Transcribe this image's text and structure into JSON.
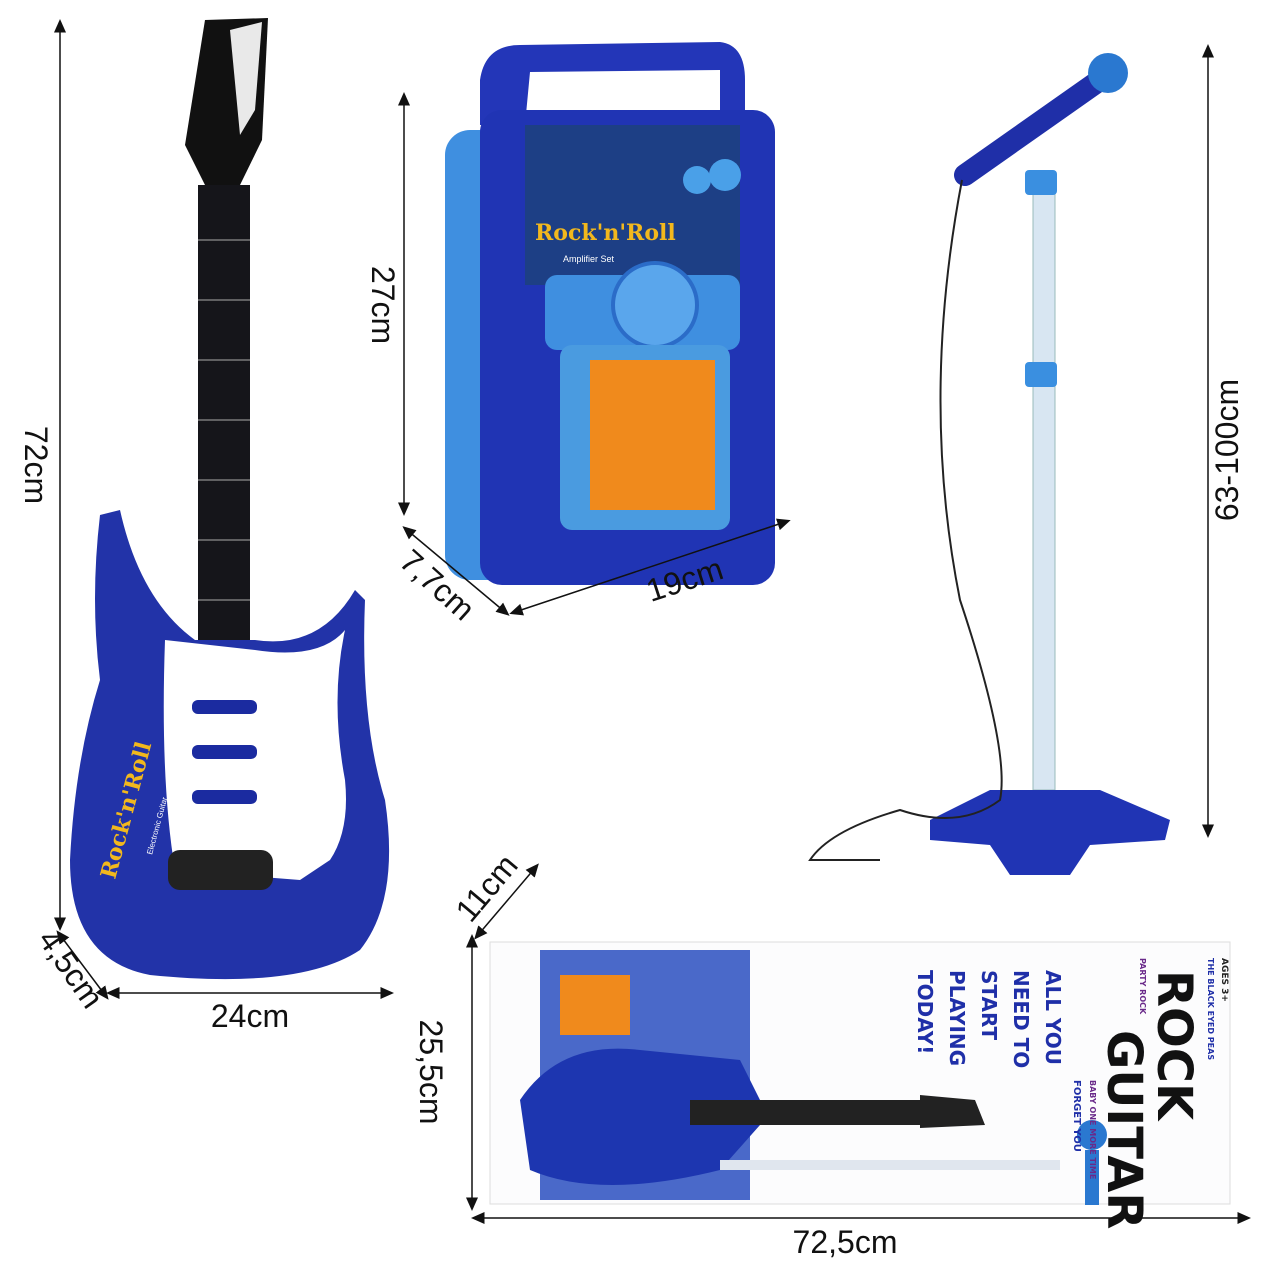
{
  "dimensions": {
    "guitar_height": "72cm",
    "guitar_depth": "4,5cm",
    "guitar_width": "24cm",
    "amp_height": "27cm",
    "amp_depth": "7,7cm",
    "amp_width": "19cm",
    "mic_stand_height": "63-100cm",
    "box_depth": "11cm",
    "box_height": "25,5cm",
    "box_width": "72,5cm"
  },
  "guitar": {
    "logo": "Rock'n'Roll",
    "subtitle": "Electronic Guitar"
  },
  "amplifier": {
    "logo": "Rock'n'Roll",
    "subtitle": "Amplifier Set"
  },
  "box": {
    "ages": "AGES 3+",
    "title_line1": "ROCK",
    "title_line2": "GUITAR",
    "song1": "THE BLACK EYED PEAS",
    "song2": "PARTY ROCK",
    "song3": "BABY ONE MORE TIME",
    "song4": "FORGET YOU",
    "slogan": [
      "ALL YOU",
      "NEED TO",
      "START",
      "PLAYING",
      "TODAY!"
    ]
  },
  "colors": {
    "blue": "#1f2fa8",
    "light_blue": "#4a9be0",
    "orange": "#f08a1c"
  }
}
